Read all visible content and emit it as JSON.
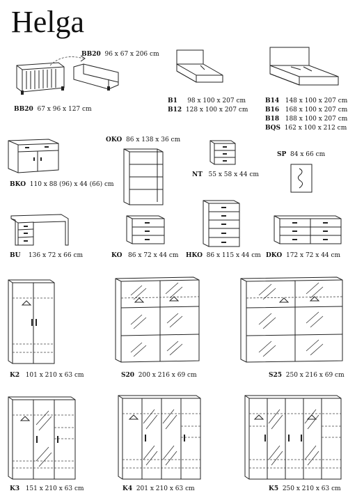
{
  "title": "Helga",
  "items": [
    {
      "code": "BB20",
      "dims": "96 x 67 x 206 cm"
    },
    {
      "code": "BB20",
      "dims": "67 x 96 x 127 cm"
    },
    {
      "code": "B1",
      "dims": "98 x 100 x 207 cm"
    },
    {
      "code": "B12",
      "dims": "128 x 100 x 207 cm"
    },
    {
      "code": "B14",
      "dims": "148 x 100 x 207 cm"
    },
    {
      "code": "B16",
      "dims": "168 x 100 x 207 cm"
    },
    {
      "code": "B18",
      "dims": "188 x 100 x 207 cm"
    },
    {
      "code": "BQS",
      "dims": "162 x 100 x 212 cm"
    },
    {
      "code": "OKO",
      "dims": "86 x 138 x 36 cm"
    },
    {
      "code": "BKO",
      "dims": "110 x 88 (96) x 44 (66) cm"
    },
    {
      "code": "NT",
      "dims": "55 x 58 x 44 cm"
    },
    {
      "code": "SP",
      "dims": "84 x 66 cm"
    },
    {
      "code": "BU",
      "dims": "136 x 72 x 66 cm"
    },
    {
      "code": "KO",
      "dims": "86 x 72 x 44 cm"
    },
    {
      "code": "HKO",
      "dims": "86 x 115 x 44 cm"
    },
    {
      "code": "DKO",
      "dims": "172 x 72 x 44 cm"
    },
    {
      "code": "K2",
      "dims": "101 x 210 x 63 cm"
    },
    {
      "code": "S20",
      "dims": "200 x 216 x 69 cm"
    },
    {
      "code": "S25",
      "dims": "250 x 216 x 69 cm"
    },
    {
      "code": "K3",
      "dims": "151 x 210 x 63 cm"
    },
    {
      "code": "K4",
      "dims": "201 x 210 x 63 cm"
    },
    {
      "code": "K5",
      "dims": "250 x 210 x 63 cm"
    }
  ]
}
